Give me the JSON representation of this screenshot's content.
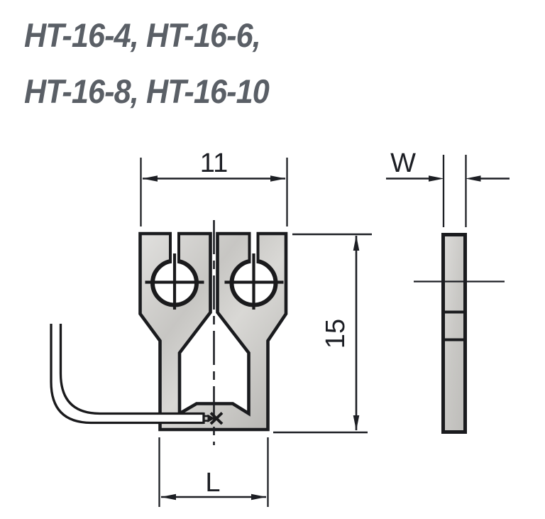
{
  "title": {
    "line1": "HT-16-4, HT-16-6,",
    "line2": "HT-16-8, HT-16-10"
  },
  "views": {
    "front": {
      "name": "front-view",
      "dim_top_width": "11",
      "dim_overall_height": "15",
      "dim_base_width": "L",
      "crimp_point_marker": "X"
    },
    "side": {
      "name": "side-view",
      "dim_thickness": "W"
    }
  },
  "colors": {
    "title_text": "#5a5f66",
    "outline": "#1a1b1e",
    "dimension_lines": "#1d1f24",
    "label_text": "#1c1e24",
    "part_fill_light": "#e0dfdd",
    "part_fill_dark": "#b5b4b1",
    "background": "#ffffff"
  }
}
